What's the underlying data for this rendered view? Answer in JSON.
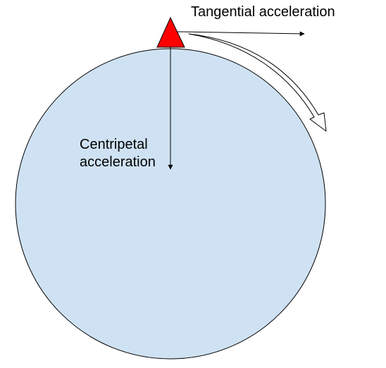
{
  "labels": {
    "tangential": "Tangential acceleration",
    "centripetal_line1": "Centripetal",
    "centripetal_line2": "acceleration"
  },
  "colors": {
    "circle_fill": "#cfe2f3",
    "circle_stroke": "#000000",
    "object_fill": "#ff0000",
    "arrow_stroke": "#000000"
  }
}
